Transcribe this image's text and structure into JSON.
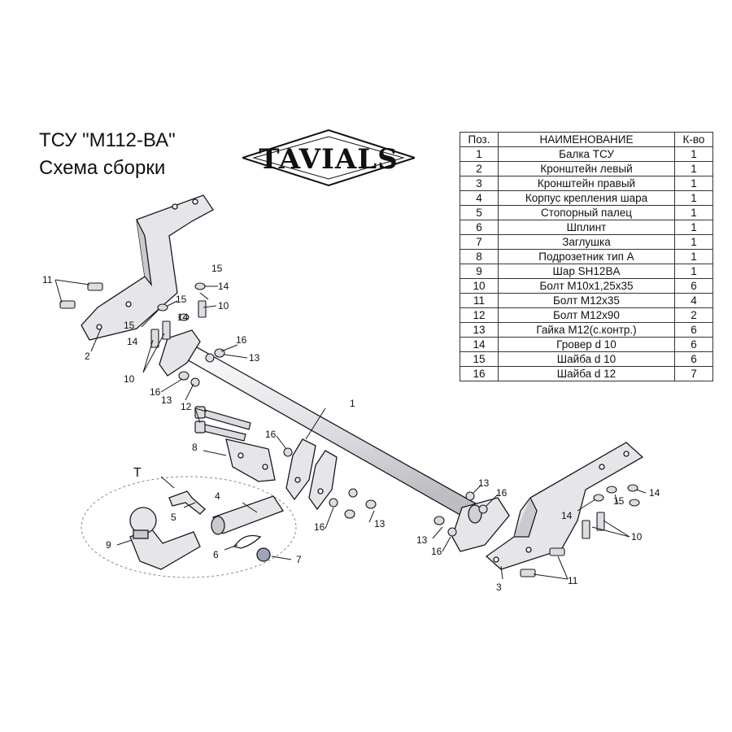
{
  "title": {
    "line1": "ТСУ  \"М112-ВА\"",
    "line2": "Схема сборки"
  },
  "logo": {
    "text": "TAVIALS"
  },
  "table": {
    "headers": [
      "Поз.",
      "НАИМЕНОВАНИЕ",
      "К-во"
    ],
    "rows": [
      [
        "1",
        "Балка ТСУ",
        "1"
      ],
      [
        "2",
        "Кронштейн левый",
        "1"
      ],
      [
        "3",
        "Кронштейн правый",
        "1"
      ],
      [
        "4",
        "Корпус крепления шара",
        "1"
      ],
      [
        "5",
        "Стопорный палец",
        "1"
      ],
      [
        "6",
        "Шплинт",
        "1"
      ],
      [
        "7",
        "Заглушка",
        "1"
      ],
      [
        "8",
        "Подрозетник тип А",
        "1"
      ],
      [
        "9",
        "Шар SH12BA",
        "1"
      ],
      [
        "10",
        "Болт М10х1,25х35",
        "6"
      ],
      [
        "11",
        "Болт М12х35",
        "4"
      ],
      [
        "12",
        "Болт М12х90",
        "2"
      ],
      [
        "13",
        "Гайка М12(с.контр.)",
        "6"
      ],
      [
        "14",
        "Гровер d 10",
        "6"
      ],
      [
        "15",
        "Шайба d 10",
        "6"
      ],
      [
        "16",
        "Шайба d 12",
        "7"
      ]
    ]
  },
  "callouts": {
    "c1": "1",
    "c2": "2",
    "c3": "3",
    "c4": "4",
    "c5": "5",
    "c6": "6",
    "c7": "7",
    "c8": "8",
    "c9": "9",
    "c10": "10",
    "c11": "11",
    "c12": "12",
    "c13": "13",
    "c14": "14",
    "c15": "15",
    "c16": "16",
    "cT": "T"
  },
  "colors": {
    "part_fill": "#e6e6ea",
    "part_shade": "#c9c9cf",
    "line": "#1a1a1a"
  }
}
